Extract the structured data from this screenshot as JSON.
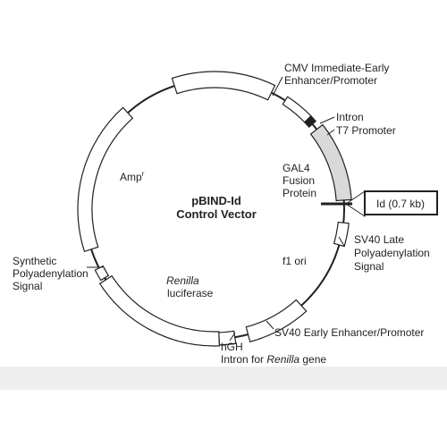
{
  "diagram": {
    "title_line1": "pBIND-Id",
    "title_line2": "Control Vector",
    "labels": {
      "cmv_1": "CMV Immediate-Early",
      "cmv_2": "Enhancer/Promoter",
      "intron": "Intron",
      "t7": "T7 Promoter",
      "gal4_1": "GAL4",
      "gal4_2": "Fusion",
      "gal4_3": "Protein",
      "id_box": "Id (0.7 kb)",
      "amp": "Amp",
      "amp_sup": "r",
      "sv40late_1": "SV40 Late",
      "sv40late_2": "Polyadenylation",
      "sv40late_3": "Signal",
      "f1": "f1 ori",
      "synth_1": "Synthetic",
      "synth_2": "Polyadenylation",
      "synth_3": "Signal",
      "renilla_1": "Renilla",
      "renilla_2": "luciferase",
      "sv40early": "SV40 Early Enhancer/Promoter",
      "hgh": "hGH",
      "hgh_intron_pre": "Intron for ",
      "hgh_intron_it": "Renilla",
      "hgh_intron_post": " gene"
    },
    "colors": {
      "line": "#231f20",
      "gal4_fill": "#d9d9d9",
      "footer_band": "#eeeeee"
    }
  }
}
